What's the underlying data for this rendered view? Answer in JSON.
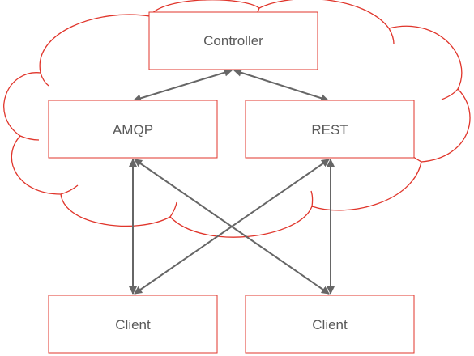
{
  "diagram": {
    "colors": {
      "cloud_outline": "#e0352b",
      "box_outline": "#e0352b",
      "arrow": "#666666",
      "text": "#595959"
    },
    "nodes": {
      "controller": "Controller",
      "amqp": "AMQP",
      "rest": "REST",
      "client_left": "Client",
      "client_right": "Client"
    },
    "edges": [
      {
        "from": "amqp",
        "to": "controller",
        "direction": "both"
      },
      {
        "from": "rest",
        "to": "controller",
        "direction": "both"
      },
      {
        "from": "amqp",
        "to": "client_left",
        "direction": "both"
      },
      {
        "from": "amqp",
        "to": "client_right",
        "direction": "both"
      },
      {
        "from": "rest",
        "to": "client_left",
        "direction": "both"
      },
      {
        "from": "rest",
        "to": "client_right",
        "direction": "both"
      }
    ]
  }
}
